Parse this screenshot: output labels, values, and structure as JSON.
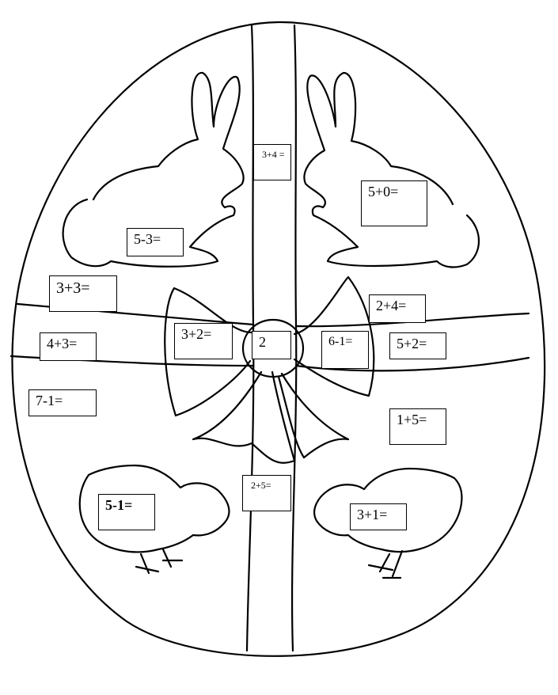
{
  "worksheet": {
    "problems": [
      {
        "id": "p1",
        "text": "3+4 ="
      },
      {
        "id": "p2",
        "text": "5+0="
      },
      {
        "id": "p3",
        "text": "5-3="
      },
      {
        "id": "p4",
        "text": "3+3="
      },
      {
        "id": "p5",
        "text": "2+4="
      },
      {
        "id": "p6",
        "text": "4+3="
      },
      {
        "id": "p7",
        "text": "3+2="
      },
      {
        "id": "p8",
        "text": "2"
      },
      {
        "id": "p9",
        "text": "6-1="
      },
      {
        "id": "p10",
        "text": "5+2="
      },
      {
        "id": "p11",
        "text": "7-1="
      },
      {
        "id": "p12",
        "text": "1+5="
      },
      {
        "id": "p13",
        "text": "2+5="
      },
      {
        "id": "p14",
        "text": "5-1="
      },
      {
        "id": "p15",
        "text": "3+1="
      }
    ]
  },
  "style": {
    "line_color": "#000000",
    "background": "#ffffff"
  }
}
